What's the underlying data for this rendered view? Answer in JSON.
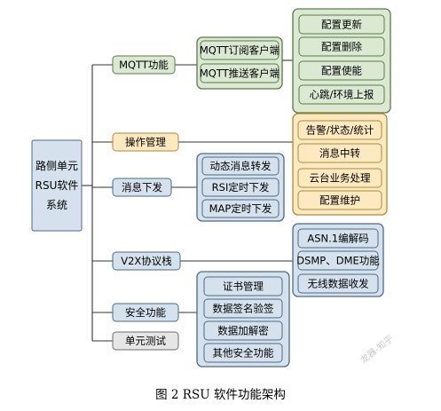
{
  "root": "路侧单元\nRSU软件\n系统",
  "branches": [
    {
      "label": "MQTT功能",
      "theme": "green",
      "children": [
        {
          "items": [
            "MQTT订阅客户端",
            "MQTT推送客户端"
          ],
          "theme": "green",
          "children": {
            "items": [
              "配置更新",
              "配置删除",
              "配置使能",
              "心跳/环境上报"
            ],
            "theme": "green"
          }
        }
      ]
    },
    {
      "label": "操作管理",
      "theme": "yellow",
      "children": [
        {
          "items": [
            "告警/状态/统计",
            "消息中转",
            "云台业务处理",
            "配置维护"
          ],
          "theme": "yellow"
        }
      ]
    },
    {
      "label": "消息下发",
      "theme": "blue",
      "children": [
        {
          "items": [
            "动态消息转发",
            "RSI定时下发",
            "MAP定时下发"
          ],
          "theme": "blue"
        }
      ]
    },
    {
      "label": "V2X协议栈",
      "theme": "blue",
      "children": [
        {
          "items": [
            "ASN.1编解码",
            "DSMP、DME功能",
            "无线数据收发"
          ],
          "theme": "blue"
        }
      ]
    },
    {
      "label": "安全功能",
      "theme": "blue",
      "children": [
        {
          "items": [
            "证书管理",
            "数据签名验签",
            "数据加解密",
            "其他安全功能"
          ],
          "theme": "blue"
        }
      ]
    },
    {
      "label": "单元测试",
      "theme": "gray",
      "children": []
    }
  ],
  "caption": "图 2 RSU 软件功能架构",
  "watermark": "龙器-知乎",
  "colors": {
    "green": {
      "fill": "#dbe9d3",
      "stroke": "#5a7a4a"
    },
    "yellow": {
      "fill": "#fde9c0",
      "stroke": "#b08a3a"
    },
    "blue": {
      "fill": "#d5e1ec",
      "stroke": "#4d6a86"
    },
    "gray": {
      "fill": "#e6e6e6",
      "stroke": "#6e6e6e"
    },
    "line": "#333333"
  }
}
